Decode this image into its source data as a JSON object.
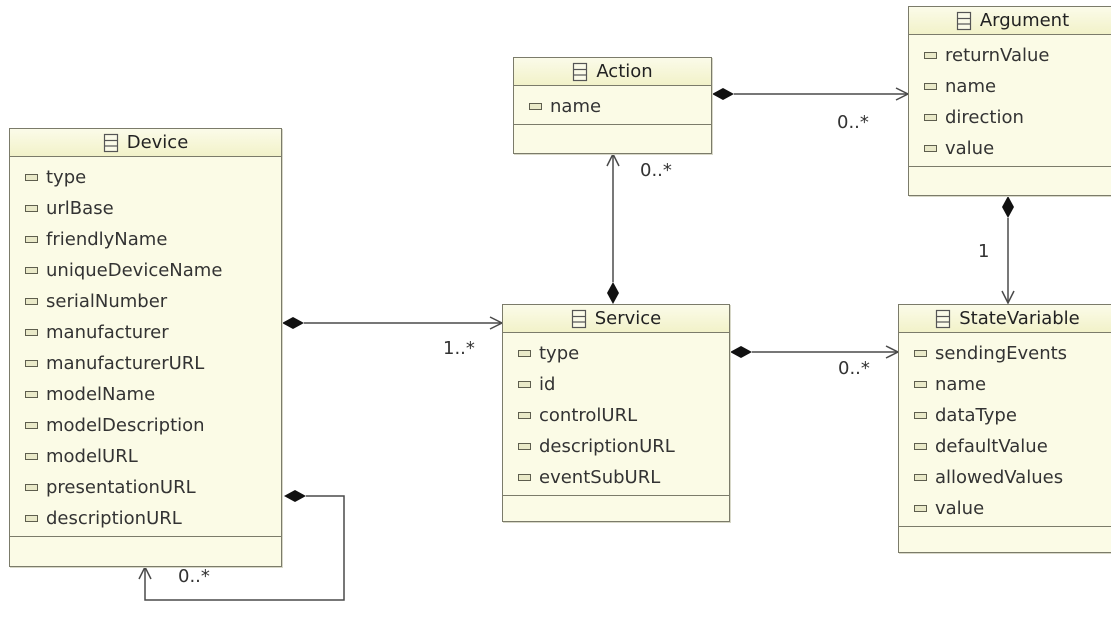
{
  "classes": {
    "device": {
      "name": "Device",
      "attributes": [
        "type",
        "urlBase",
        "friendlyName",
        "uniqueDeviceName",
        "serialNumber",
        "manufacturer",
        "manufacturerURL",
        "modelName",
        "modelDescription",
        "modelURL",
        "presentationURL",
        "descriptionURL"
      ]
    },
    "action": {
      "name": "Action",
      "attributes": [
        "name"
      ]
    },
    "argument": {
      "name": "Argument",
      "attributes": [
        "returnValue",
        "name",
        "direction",
        "value"
      ]
    },
    "service": {
      "name": "Service",
      "attributes": [
        "type",
        "id",
        "controlURL",
        "descriptionURL",
        "eventSubURL"
      ]
    },
    "state_variable": {
      "name": "StateVariable",
      "attributes": [
        "sendingEvents",
        "name",
        "dataType",
        "defaultValue",
        "allowedValues",
        "value"
      ]
    }
  },
  "associations": {
    "device_service": {
      "multiplicity": "1..*"
    },
    "action_argument": {
      "multiplicity": "0..*"
    },
    "service_action": {
      "multiplicity": "0..*"
    },
    "service_state_variable": {
      "multiplicity": "0..*"
    },
    "argument_state_variable": {
      "multiplicity": "1"
    },
    "device_self": {
      "multiplicity": "0..*"
    }
  },
  "colors": {
    "class_fill": "#fbfbe6",
    "class_border": "#7b7b6a",
    "line": "#4a4a4a"
  }
}
